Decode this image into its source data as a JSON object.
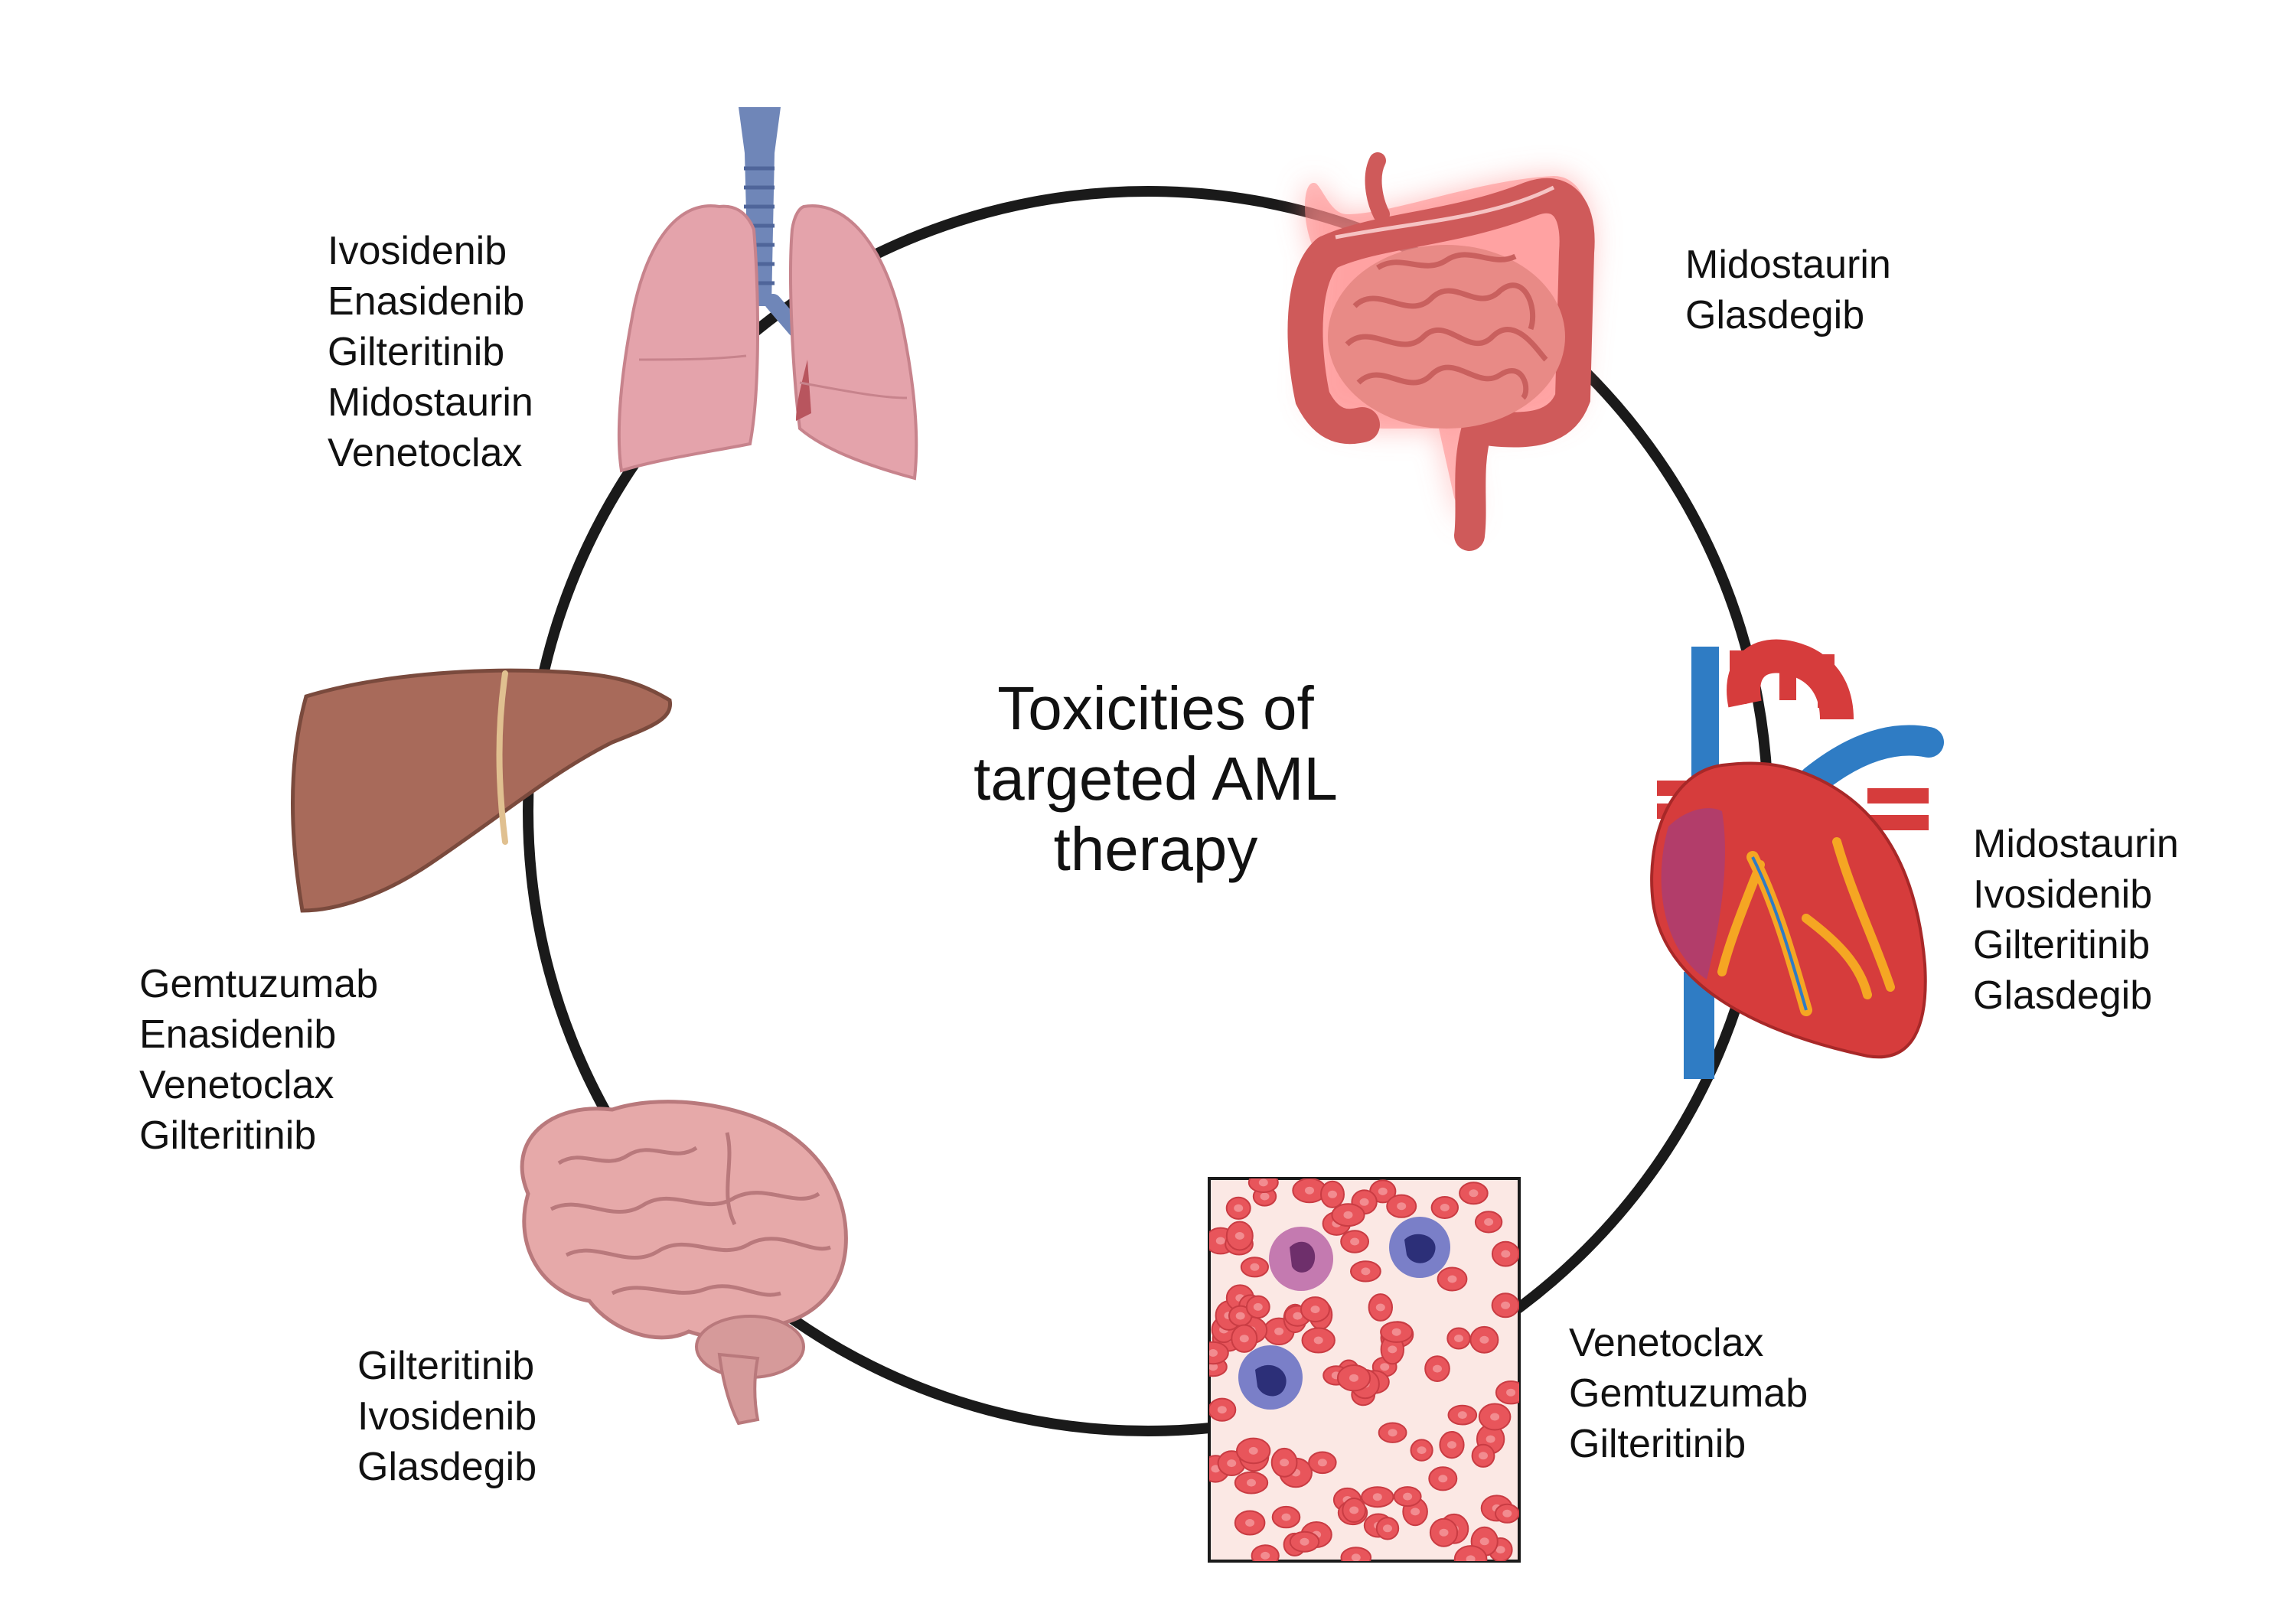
{
  "title_lines": [
    "Toxicities of",
    "targeted AML",
    "therapy"
  ],
  "organs": {
    "lungs": {
      "icon": "lungs-icon",
      "drugs": [
        "Ivosidenib",
        "Enasidenib",
        "Gilteritinib",
        "Midostaurin",
        "Venetoclax"
      ]
    },
    "intestine": {
      "icon": "intestine-icon",
      "drugs": [
        "Midostaurin",
        "Glasdegib"
      ]
    },
    "heart": {
      "icon": "heart-icon",
      "drugs": [
        "Midostaurin",
        "Ivosidenib",
        "Gilteritinib",
        "Glasdegib"
      ]
    },
    "blood": {
      "icon": "blood-cells-icon",
      "drugs": [
        "Venetoclax",
        "Gemtuzumab",
        "Gilteritinib"
      ]
    },
    "brain": {
      "icon": "brain-icon",
      "drugs": [
        "Gilteritinib",
        "Ivosidenib",
        "Glasdegib"
      ]
    },
    "liver": {
      "icon": "liver-icon",
      "drugs": [
        "Gemtuzumab",
        "Enasidenib",
        "Venetoclax",
        "Gilteritinib"
      ]
    }
  },
  "colors": {
    "ring": "#1a1a1a",
    "lung": "#e4a3ab",
    "trachea": "#6f86b8",
    "intestine": "#d9696a",
    "inflammation": "#ff3b3b",
    "heart_red": "#d63c3c",
    "heart_blue": "#2f7cc4",
    "liver": "#a86a5a",
    "brain": "#e6a9a9",
    "blood_bg": "#fbe8e4",
    "rbc": "#e8555b"
  }
}
